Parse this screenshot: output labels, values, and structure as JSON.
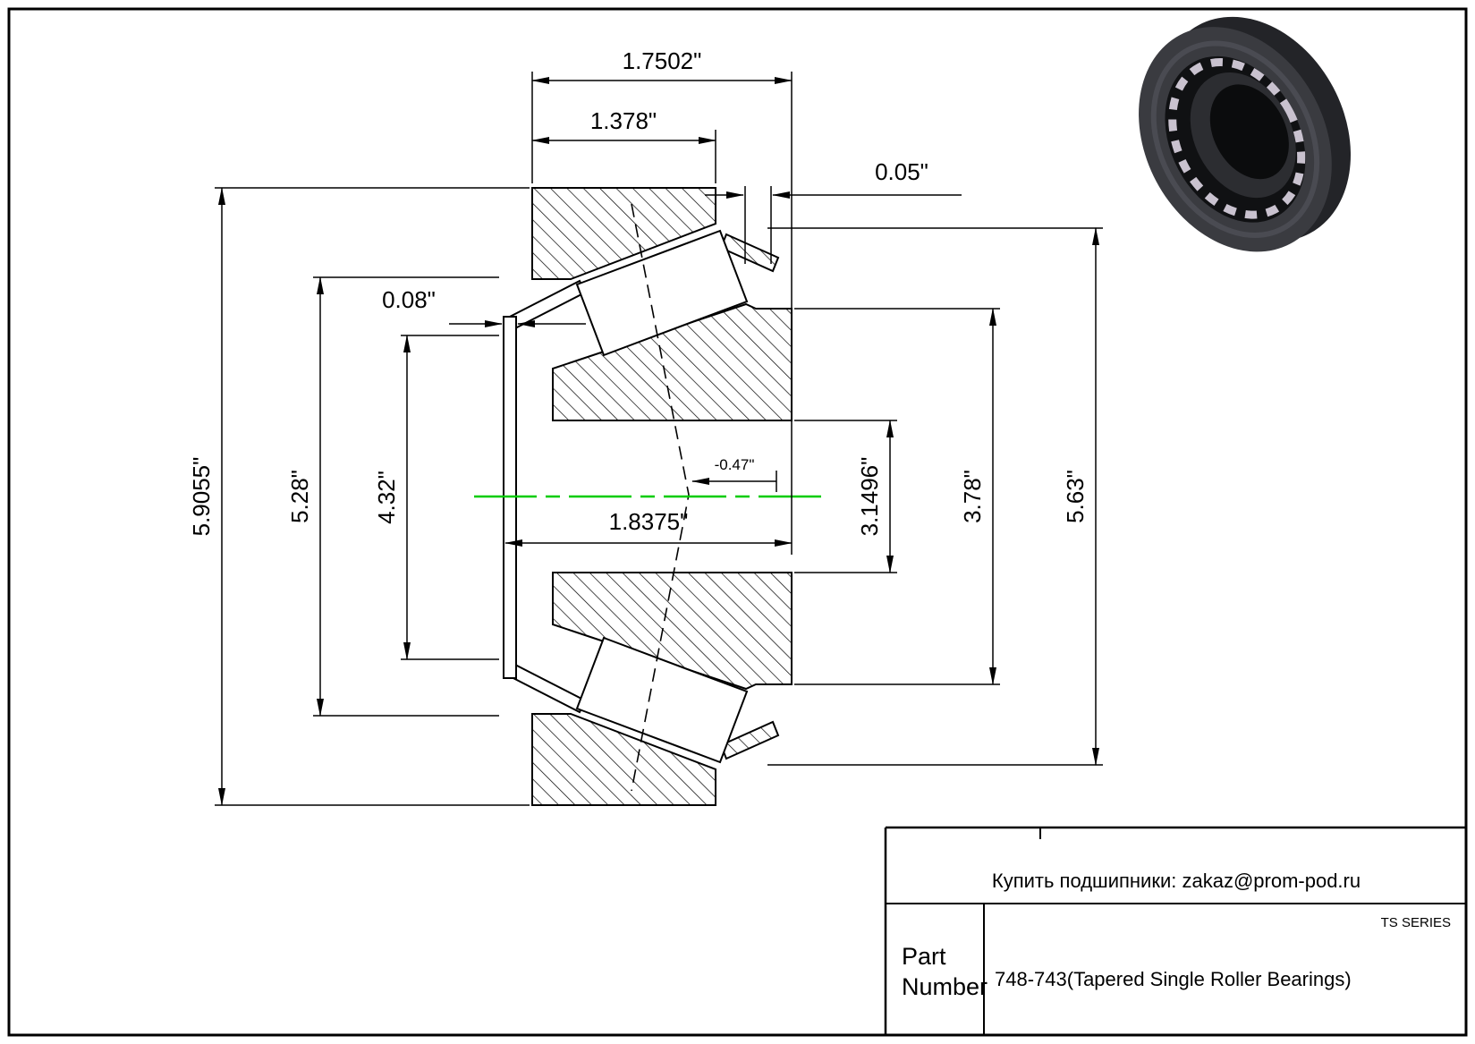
{
  "page": {
    "background": "#ffffff",
    "line_color": "#000000",
    "centerline_color": "#00cc00"
  },
  "drawing": {
    "dim_overall_width": "1.7502\"",
    "dim_cup_width": "1.378\"",
    "dim_standout": "0.05\"",
    "dim_cage_lip": "0.08\"",
    "dim_cup_od": "5.9055\"",
    "dim_cage_od": "5.28\"",
    "dim_cage_id": "4.32\"",
    "dim_bore": "3.1496\"",
    "dim_rib_diameter": "3.78\"",
    "dim_flange_diameter": "5.63\"",
    "dim_cone_width": "1.8375\"",
    "dim_load_center": "-0.47\""
  },
  "title_block": {
    "contact": "Купить подшипники: zakaz@prom-pod.ru",
    "series_label": "TS SERIES",
    "part_label_line1": "Part",
    "part_label_line2": "Number",
    "part_number": "748-743(Tapered Single Roller Bearings)"
  }
}
